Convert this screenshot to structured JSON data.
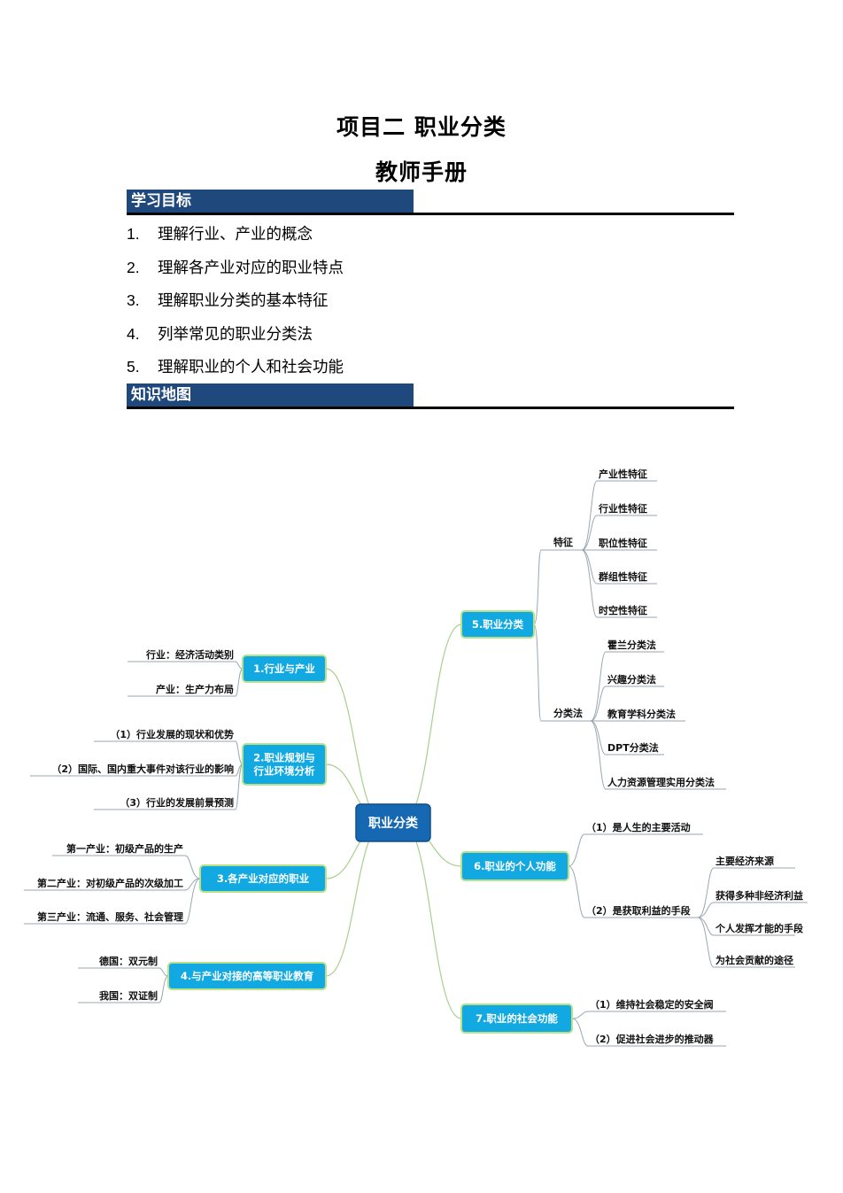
{
  "header": {
    "title": "项目二  职业分类",
    "subtitle": "教师手册"
  },
  "sections": {
    "objectives_label": "学习目标",
    "map_label": "知识地图"
  },
  "objectives": [
    {
      "num": "1.",
      "text": "理解行业、产业的概念"
    },
    {
      "num": "2.",
      "text": "理解各产业对应的职业特点"
    },
    {
      "num": "3.",
      "text": "理解职业分类的基本特征"
    },
    {
      "num": "4.",
      "text": "列举常见的职业分类法"
    },
    {
      "num": "5.",
      "text": "理解职业的个人和社会功能"
    }
  ],
  "mindmap": {
    "root": "职业分类",
    "branches": [
      {
        "label": "1.行业与产业",
        "leaves": [
          "行业：经济活动类别",
          "产业：生产力布局"
        ]
      },
      {
        "label": [
          "2.职业规划与",
          "行业环境分析"
        ],
        "leaves": [
          "（1）行业发展的现状和优势",
          "（2）国际、国内重大事件对该行业的影响",
          "（3）行业的发展前景预测"
        ]
      },
      {
        "label": "3.各产业对应的职业",
        "leaves": [
          "第一产业：初级产品的生产",
          "第二产业：对初级产品的次级加工",
          "第三产业：流通、服务、社会管理"
        ]
      },
      {
        "label": "4.与产业对接的高等职业教育",
        "leaves": [
          "德国：双元制",
          "我国：双证制"
        ]
      },
      {
        "label": "5.职业分类",
        "groups": [
          {
            "label": "特征",
            "leaves": [
              "产业性特征",
              "行业性特征",
              "职位性特征",
              "群组性特征",
              "时空性特征"
            ]
          },
          {
            "label": "分类法",
            "leaves": [
              "霍兰分类法",
              "兴趣分类法",
              "教育学科分类法",
              "DPT分类法",
              "人力资源管理实用分类法"
            ]
          }
        ]
      },
      {
        "label": "6.职业的个人功能",
        "items": [
          {
            "label": "（1）是人生的主要活动",
            "leaves": []
          },
          {
            "label": "（2）是获取利益的手段",
            "leaves": [
              "主要经济来源",
              "获得多种非经济利益",
              "个人发挥才能的手段",
              "为社会贡献的途径"
            ]
          }
        ]
      },
      {
        "label": "7.职业的社会功能",
        "leaves": [
          "（1）维持社会稳定的安全阀",
          "（2）促进社会进步的推动器"
        ]
      }
    ]
  },
  "colors": {
    "header_bar": "#1f497d",
    "root_fill": "#1668b3",
    "branch_fill": "#12a9e2",
    "branch_border": "#b7e28a",
    "connector": "#a9cf8c",
    "underline": "#9aa7b2"
  }
}
